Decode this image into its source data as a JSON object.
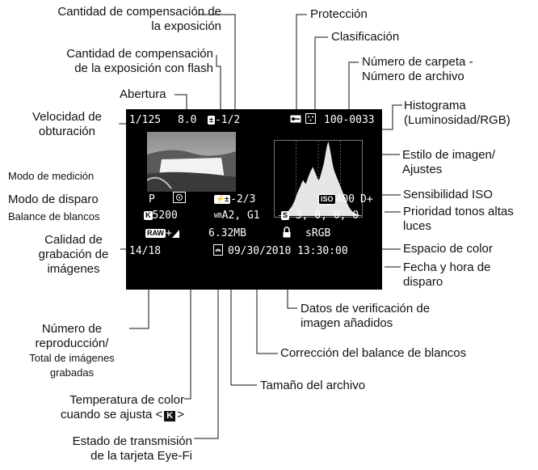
{
  "labels": {
    "exposure_comp": [
      "Cantidad de compensación de",
      "la exposición"
    ],
    "flash_comp": [
      "Cantidad de compensación",
      "de la exposición con flash"
    ],
    "aperture": "Abertura",
    "shutter_speed": [
      "Velocidad de",
      "obturación"
    ],
    "metering_mode": "Modo de medición",
    "shooting_mode": "Modo de disparo",
    "white_balance": "Balance de blancos",
    "image_quality": [
      "Calidad de",
      "grabación de",
      "imágenes"
    ],
    "playback_number": [
      "Número de",
      "reproducción/",
      "Total de imágenes",
      "grabadas"
    ],
    "color_temp": [
      "Temperatura de color",
      "cuando se ajusta <",
      ">"
    ],
    "color_temp_icon": "K",
    "eyefi_status": [
      "Estado de transmisión",
      "de la tarjeta Eye-Fi"
    ],
    "protection": "Protección",
    "rating": "Clasificación",
    "folder_file_number": [
      "Número de carpeta -",
      "Número de archivo"
    ],
    "histogram": [
      "Histograma",
      "(Luminosidad/RGB)"
    ],
    "picture_style": [
      "Estilo de imagen/",
      "Ajustes"
    ],
    "iso": "Sensibilidad ISO",
    "highlight_tone": [
      "Prioridad tonos altas",
      "luces"
    ],
    "color_space": "Espacio de color",
    "date_time": [
      "Fecha y hora de",
      "disparo"
    ],
    "verification": [
      "Datos de verificación de",
      "imagen añadidos"
    ],
    "wb_correction": "Corrección del balance de blancos",
    "file_size": "Tamaño del archivo"
  },
  "screen": {
    "shutter": "1/125",
    "aperture": "8.0",
    "exp_comp": "-1/2",
    "folder_file": "100-0033",
    "mode": "P",
    "flash_comp": "-2/3",
    "wb_badge": "K",
    "color_temp": "5200",
    "wb_shift": "A2, G1",
    "wb_label": "WB",
    "iso_badge": "ISO",
    "iso": "400",
    "highlight": "D+",
    "style_badge": "S",
    "style_values": "3,  0,  0,  0",
    "quality_badge": "RAW",
    "quality_tail": "+",
    "file_size": "6.32MB",
    "color_space": "sRGB",
    "playback": "14/18",
    "datetime": "09/30/2010 13:30:00"
  },
  "histogram_values": [
    0,
    0,
    0,
    0,
    1,
    1,
    1,
    2,
    2,
    3,
    4,
    6,
    8,
    10,
    12,
    15,
    18,
    22,
    27,
    31,
    35,
    38,
    42,
    46,
    48,
    45,
    43,
    47,
    52,
    56,
    60,
    63,
    66,
    62,
    58,
    54,
    50,
    48,
    52,
    58,
    64,
    70,
    78,
    88,
    96,
    100,
    92,
    84,
    74,
    66,
    60,
    56,
    52,
    48,
    44,
    40,
    36,
    32,
    28,
    24,
    20,
    16,
    13,
    10,
    8,
    6,
    5,
    4,
    3,
    2,
    2,
    1,
    1,
    0
  ],
  "colors": {
    "screen": "#000000",
    "text": "#ffffff",
    "line": "#111111"
  }
}
